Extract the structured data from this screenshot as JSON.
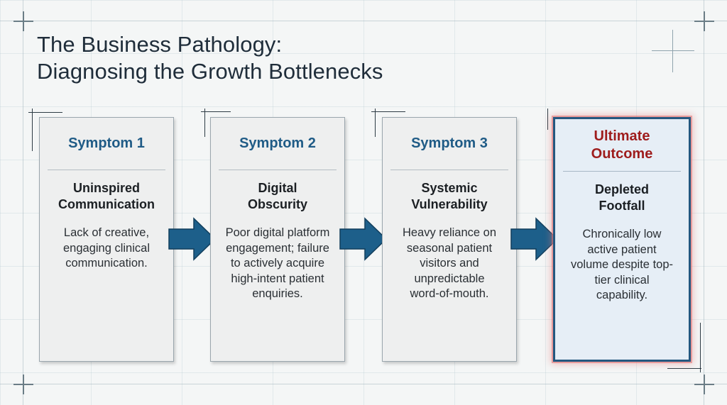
{
  "title": {
    "line1": "The Business Pathology:",
    "line2": "Diagnosing the Growth Bottlenecks"
  },
  "cards": [
    {
      "heading": "Symptom 1",
      "subtitle": "Uninspired Communication",
      "description": "Lack of creative, engaging clinical communication."
    },
    {
      "heading": "Symptom 2",
      "subtitle": "Digital Obscurity",
      "description": "Poor digital platform engagement; failure to actively acquire high-intent patient enquiries."
    },
    {
      "heading": "Symptom 3",
      "subtitle": "Systemic Vulnerability",
      "description": "Heavy reliance on seasonal patient visitors and unpredictable word-of-mouth."
    },
    {
      "heading": "Ultimate Outcome",
      "subtitle": "Depleted Footfall",
      "description": "Chronically low active patient volume despite top-tier clinical capability."
    }
  ],
  "colors": {
    "symptom_heading": "#1f5b86",
    "outcome_heading": "#9e1c1c",
    "arrow": "#1d5f8a",
    "outcome_border": "#24577f"
  },
  "icons": [
    "right-arrow-icon",
    "crosshair-icon"
  ]
}
